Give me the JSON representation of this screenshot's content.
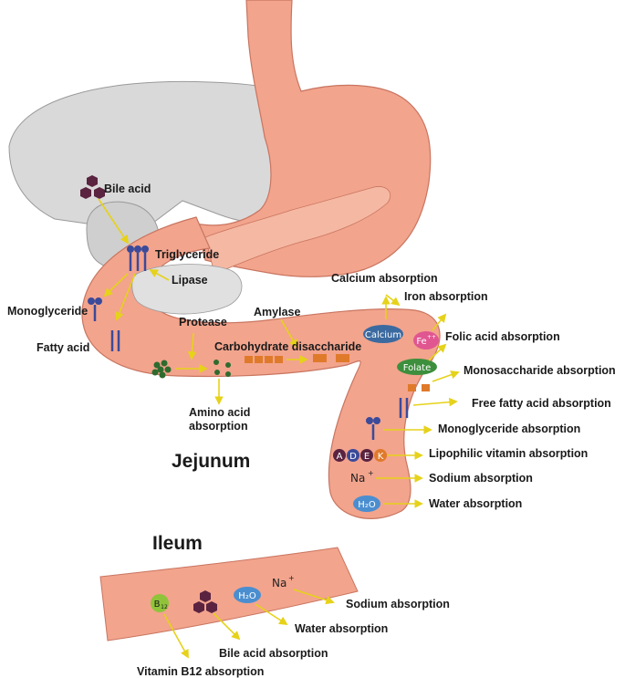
{
  "colors": {
    "tissue": "#f2a48d",
    "tissue_edge": "#c97560",
    "liver": "#d9d9d9",
    "arrow": "#e6d21a",
    "bile": "#5a2340",
    "fat": "#3b4a9a",
    "amino": "#2e6b2e",
    "sugar": "#e07a2b"
  },
  "labels": {
    "bile_acid": "Bile acid",
    "triglyceride": "Triglyceride",
    "lipase": "Lipase",
    "monoglyceride": "Monoglyceride",
    "fatty_acid": "Fatty acid",
    "protease": "Protease",
    "amylase": "Amylase",
    "carbohydrate": "Carbohydrate  disaccharide",
    "amino_acid_1": "Amino acid",
    "amino_acid_2": "absorption",
    "jejunum": "Jejunum",
    "ileum": "Ileum"
  },
  "molecules": {
    "calcium": "Calcium",
    "fe": "Fe",
    "fe_sup": "++",
    "folate": "Folate",
    "vit_a": "A",
    "vit_d": "D",
    "vit_e": "E",
    "vit_k": "K",
    "na": "Na",
    "na_sup": "+",
    "h2o": "H₂O",
    "b12": "B",
    "b12_sub": "12"
  },
  "jejunum_absorption": [
    "Calcium absorption",
    "Iron absorption",
    "Folic acid absorption",
    "Monosaccharide absorption",
    "Free fatty acid absorption",
    "Monoglyceride absorption",
    "Lipophilic vitamin absorption",
    "Sodium absorption",
    "Water absorption"
  ],
  "ileum_absorption": [
    "Sodium absorption",
    "Water absorption",
    "Bile acid absorption",
    "Vitamin B12 absorption"
  ]
}
